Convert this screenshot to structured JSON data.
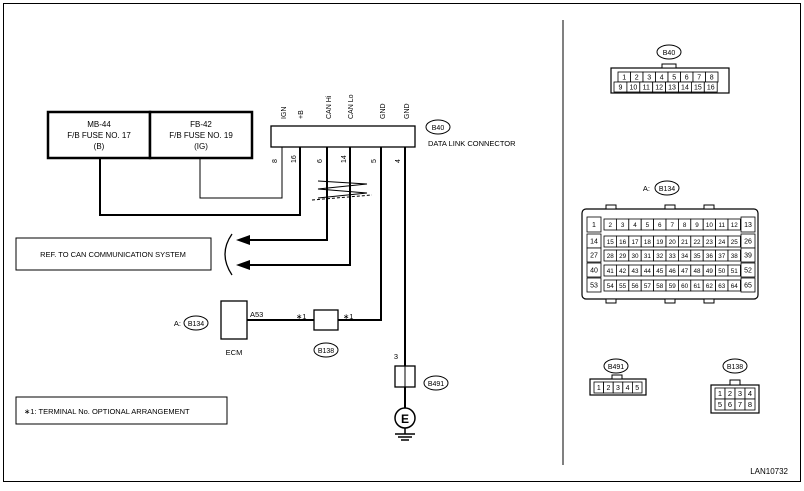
{
  "fuses": [
    {
      "name": "MB-44",
      "desc": "F/B FUSE NO. 17",
      "circuit": "(B)"
    },
    {
      "name": "FB-42",
      "desc": "F/B FUSE NO. 19",
      "circuit": "(IG)"
    }
  ],
  "data_link_connector": {
    "tag": "B40",
    "label": "DATA LINK CONNECTOR",
    "pin_names": [
      "IGN",
      "+B",
      "CAN Hi",
      "CAN Lo",
      "GND",
      "GND"
    ],
    "pin_numbers": [
      "8",
      "16",
      "6",
      "14",
      "5",
      "4"
    ]
  },
  "ref_label": "REF. TO CAN COMMUNICATION SYSTEM",
  "ecm": {
    "prefix": "A:",
    "tag": "B134",
    "terminal": "A53",
    "label": "ECM"
  },
  "joint": {
    "tag": "B138",
    "left_mark": "∗1",
    "right_mark": "∗1"
  },
  "ground": {
    "terminal": "3",
    "tag": "B491",
    "symbol": "E"
  },
  "note": "∗1: TERMINAL No. OPTIONAL ARRANGEMENT",
  "image_code": "LAN10732",
  "connectors": {
    "b40": {
      "tag": "B40",
      "rows": [
        [
          "1",
          "2",
          "3",
          "4",
          "5",
          "6",
          "7",
          "8"
        ],
        [
          "9",
          "10",
          "11",
          "12",
          "13",
          "14",
          "15",
          "16"
        ]
      ]
    },
    "b134": {
      "prefix": "A:",
      "tag": "B134",
      "left_col": [
        "1",
        "14",
        "27",
        "40",
        "53"
      ],
      "right_col": [
        "13",
        "26",
        "39",
        "52",
        "65"
      ],
      "inner_rows": [
        [
          "2",
          "3",
          "4",
          "5",
          "6",
          "7",
          "8",
          "9",
          "10",
          "11",
          "12"
        ],
        [
          "15",
          "16",
          "17",
          "18",
          "19",
          "20",
          "21",
          "22",
          "23",
          "24",
          "25"
        ],
        [
          "28",
          "29",
          "30",
          "31",
          "32",
          "33",
          "34",
          "35",
          "36",
          "37",
          "38"
        ],
        [
          "41",
          "42",
          "43",
          "44",
          "45",
          "46",
          "47",
          "48",
          "49",
          "50",
          "51"
        ],
        [
          "54",
          "55",
          "56",
          "57",
          "58",
          "59",
          "60",
          "61",
          "62",
          "63",
          "64"
        ]
      ]
    },
    "b491": {
      "tag": "B491",
      "pins": [
        "1",
        "2",
        "3",
        "4",
        "5"
      ]
    },
    "b138": {
      "tag": "B138",
      "rows": [
        [
          "1",
          "2",
          "3",
          "4"
        ],
        [
          "5",
          "6",
          "7",
          "8"
        ]
      ]
    }
  }
}
